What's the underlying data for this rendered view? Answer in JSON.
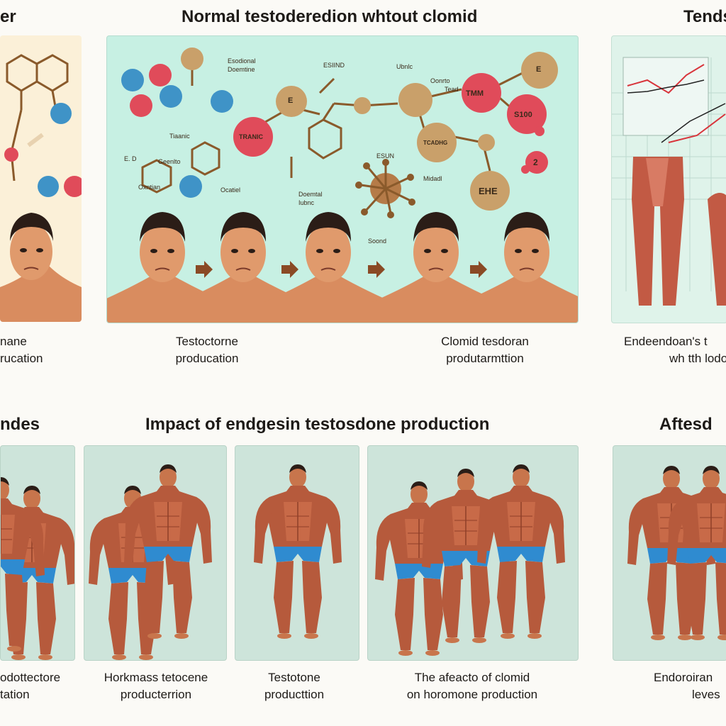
{
  "top": {
    "left_heading": "er",
    "center_heading": "Normal testoderedion whtout clomid",
    "right_heading": "Tends"
  },
  "top_captions": {
    "left": [
      "nane",
      "rucation"
    ],
    "middle_left": [
      "Testoctorne",
      "producation"
    ],
    "middle_right": [
      "Clomid tesdoran",
      "produtarmttion"
    ],
    "right": [
      "Endeendoan's t",
      "wh tth lodot"
    ]
  },
  "molecule_labels": [
    "Esodional",
    "Doemtine",
    "Tiaanic",
    "Geenlto",
    "Oxntian",
    "Ocatiel",
    "Doemtal",
    "Iubnc",
    "ESIIND",
    "Ubnlc",
    "Oonrto",
    "Tead",
    "ESUN",
    "Soond",
    "Midadl",
    "E. D"
  ],
  "ball_labels": {
    "tranic": "TRANIC",
    "e1": "E",
    "e2": "E",
    "tmm": "TMM",
    "s100": "S100",
    "tcadhg": "TCADHG",
    "ehe": "EHE",
    "two": "2"
  },
  "middle": {
    "left_heading": "ndes",
    "center_heading": "Impact of endgesin testosdone production",
    "right_heading": "Aftesd"
  },
  "bottom_captions": {
    "c1": [
      "odottectore",
      "tation"
    ],
    "c2": [
      "Horkmass tetocene",
      "producterrion"
    ],
    "c3": [
      "Testotone",
      "producttion"
    ],
    "c4": [
      "The afeacto of clomid",
      "on horomone production"
    ],
    "c5": [
      "Endoroiran",
      "leves"
    ]
  },
  "colors": {
    "skin": "#d98c5f",
    "muscle": "#b65a3c",
    "trunks": "#2f8bd0",
    "hair": "#2b1d17",
    "ball_red": "#e04b5a",
    "ball_blue": "#3f93c7",
    "ball_gold": "#c9a06a",
    "line_brown": "#8a5a2b",
    "chart_red": "#d8343b",
    "chart_black": "#222"
  }
}
